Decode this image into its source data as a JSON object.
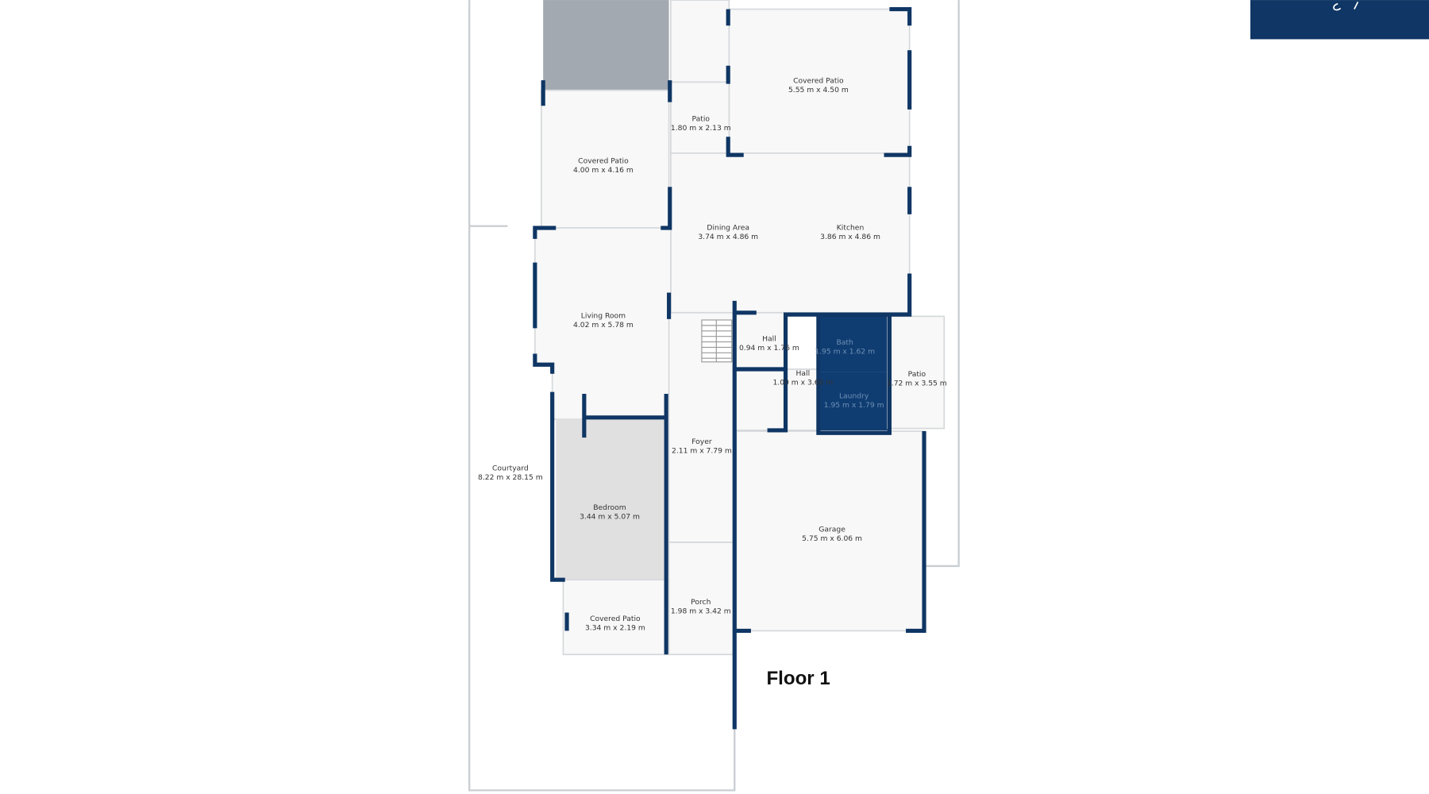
{
  "floor_title": "Floor 1",
  "colors": {
    "wall": "#0f3664",
    "bath_fill": "#0f3d72",
    "bedroom_fill": "#e0e0e0",
    "roof_fill": "#a2a9b0",
    "logo_bg": "#0f3664"
  },
  "rooms": [
    {
      "name": "Covered Patio",
      "size": "5.55 m x 4.50 m"
    },
    {
      "name": "Patio",
      "size": "1.80 m x 2.13 m"
    },
    {
      "name": "Covered Patio",
      "size": "4.00 m x 4.16 m"
    },
    {
      "name": "Dining Area",
      "size": "3.74 m x 4.86 m"
    },
    {
      "name": "Kitchen",
      "size": "3.86 m x 4.86 m"
    },
    {
      "name": "Living Room",
      "size": "4.02 m x 5.78 m"
    },
    {
      "name": "Hall",
      "size": "0.94 m x 1.76 m"
    },
    {
      "name": "Bath",
      "size": "1.95 m x 1.62 m"
    },
    {
      "name": "Hall",
      "size": "1.00 m x 3.60 m"
    },
    {
      "name": "Laundry",
      "size": "1.95 m x 1.79 m"
    },
    {
      "name": "Patio",
      "size": "1.72 m x 3.55 m"
    },
    {
      "name": "Foyer",
      "size": "2.11 m x 7.79 m"
    },
    {
      "name": "Courtyard",
      "size": "8.22 m x 28.15 m"
    },
    {
      "name": "Bedroom",
      "size": "3.44 m x 5.07 m"
    },
    {
      "name": "Garage",
      "size": "5.75 m x 6.06 m"
    },
    {
      "name": "Porch",
      "size": "1.98 m x 3.42 m"
    },
    {
      "name": "Covered Patio",
      "size": "3.34 m x 2.19 m"
    }
  ]
}
